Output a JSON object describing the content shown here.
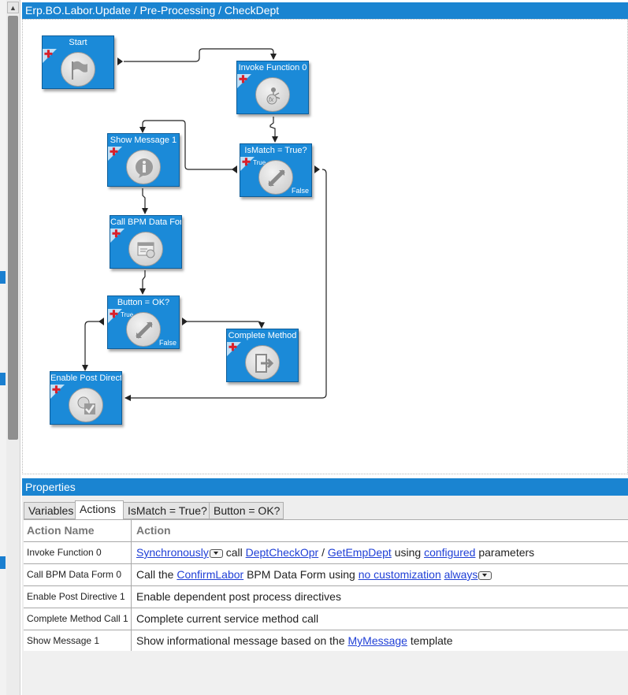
{
  "header": {
    "title": "Erp.BO.Labor.Update / Pre-Processing / CheckDept"
  },
  "workflow": {
    "nodes": {
      "start": {
        "title": "Start",
        "icon": "flag-icon"
      },
      "invoke": {
        "title": "Invoke Function 0",
        "icon": "function-icon"
      },
      "ismatch": {
        "title": "IsMatch = True?",
        "icon": "condition-icon",
        "true_label": "True",
        "false_label": "False"
      },
      "showmsg": {
        "title": "Show Message 1",
        "icon": "info-icon"
      },
      "callform": {
        "title": "Call BPM Data Form",
        "icon": "data-form-icon"
      },
      "button": {
        "title": "Button = OK?",
        "icon": "condition-icon",
        "true_label": "True",
        "false_label": "False"
      },
      "complete": {
        "title": "Complete Method",
        "icon": "exit-icon"
      },
      "enable": {
        "title": "Enable Post Directi",
        "icon": "enable-directive-icon"
      }
    }
  },
  "properties": {
    "title": "Properties",
    "tabs": [
      "Variables",
      "Actions",
      "IsMatch = True?",
      "Button = OK?"
    ],
    "active_tab": "Actions",
    "columns": [
      "Action Name",
      "Action"
    ],
    "rows": [
      {
        "name": "Invoke Function 0",
        "a1": "Synchronously",
        "a2": "call",
        "a3": "DeptCheckOpr",
        "a4": "/",
        "a5": "GetEmpDept",
        "a6": "using",
        "a7": "configured",
        "a8": "parameters"
      },
      {
        "name": "Call BPM Data Form 0",
        "a1": "Call the",
        "a2": "ConfirmLabor",
        "a3": "BPM Data Form using",
        "a4": "no customization",
        "a5": "always"
      },
      {
        "name": "Enable Post Directive 1",
        "a1": "Enable dependent post process directives"
      },
      {
        "name": "Complete Method Call 1",
        "a1": "Complete current service method call"
      },
      {
        "name": "Show Message 1",
        "a1": "Show informational message based on the",
        "a2": "MyMessage",
        "a3": "template"
      }
    ]
  },
  "colors": {
    "accent": "#1a84d1",
    "node": "#1b8ad8",
    "link": "#1f3fd6",
    "plus": "#d9202b"
  }
}
